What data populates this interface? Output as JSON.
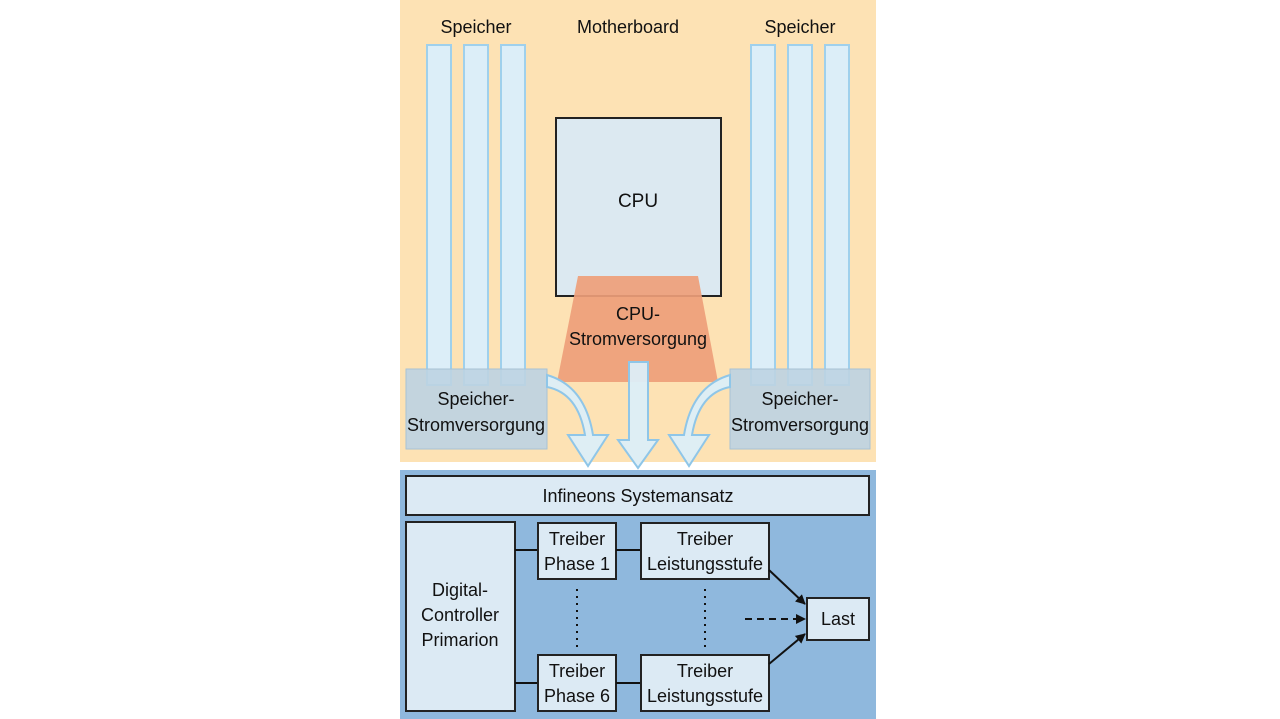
{
  "colors": {
    "motherboard_bg": "#fde2b4",
    "memory_slot": "#dceef8",
    "memory_slot_border": "#9fd0ec",
    "memory_power": "#bcd3e2",
    "cpu_box": "#dce9f1",
    "cpu_power": "#ee9e7a",
    "infineon_bg": "#8fb8dd",
    "module_box": "#dceaf4",
    "arrow_fill": "#dceef8",
    "arrow_stroke": "#8fc6e8"
  },
  "motherboard": {
    "title": "Motherboard",
    "memory_left_label": "Speicher",
    "memory_right_label": "Speicher",
    "cpu_label": "CPU",
    "cpu_power_line1": "CPU-",
    "cpu_power_line2": "Stromversorgung",
    "mem_power_left_line1": "Speicher-",
    "mem_power_left_line2": "Stromversorgung",
    "mem_power_right_line1": "Speicher-",
    "mem_power_right_line2": "Stromversorgung"
  },
  "system": {
    "title": "Infineons Systemansatz",
    "controller_line1": "Digital-",
    "controller_line2": "Controller",
    "controller_line3": "Primarion",
    "driver1_line1": "Treiber",
    "driver1_line2": "Phase 1",
    "driver6_line1": "Treiber",
    "driver6_line2": "Phase 6",
    "stage1_line1": "Treiber",
    "stage1_line2": "Leistungsstufe",
    "stage6_line1": "Treiber",
    "stage6_line2": "Leistungsstufe",
    "load_label": "Last"
  }
}
